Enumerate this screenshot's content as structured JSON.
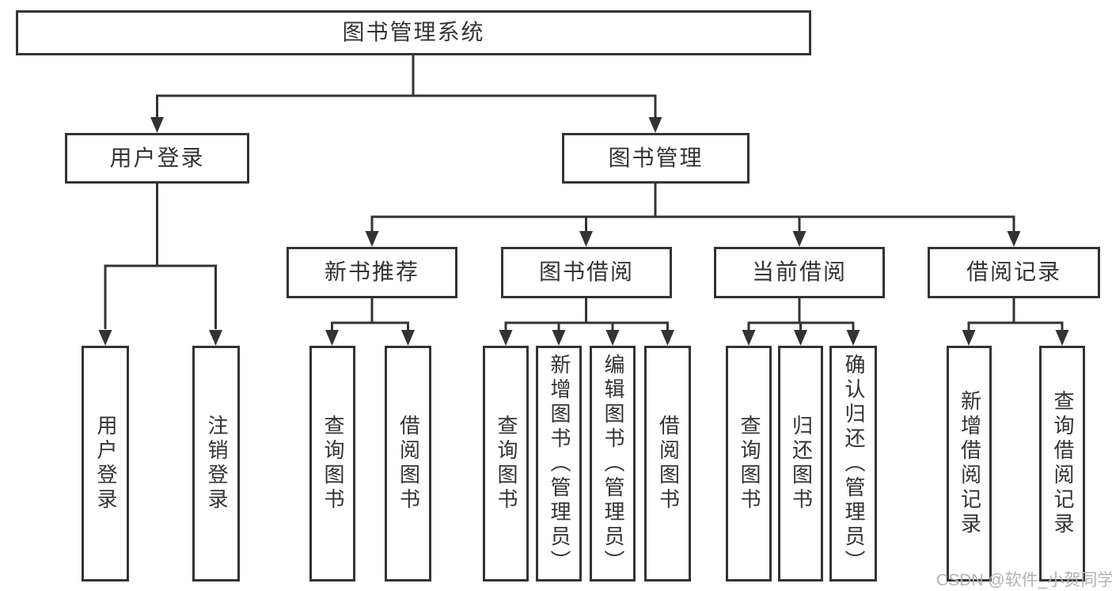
{
  "diagram": {
    "title": "图书管理系统",
    "branches": [
      {
        "label": "用户登录",
        "children": [
          {
            "label": "用户登录"
          },
          {
            "label": "注销登录"
          }
        ]
      },
      {
        "label": "图书管理",
        "children": [
          {
            "label": "新书推荐",
            "children": [
              {
                "label": "查询图书"
              },
              {
                "label": "借阅图书"
              }
            ]
          },
          {
            "label": "图书借阅",
            "children": [
              {
                "label": "查询图书"
              },
              {
                "label": "新增图书（管理员）"
              },
              {
                "label": "编辑图书（管理员）"
              },
              {
                "label": "借阅图书"
              }
            ]
          },
          {
            "label": "当前借阅",
            "children": [
              {
                "label": "查询图书"
              },
              {
                "label": "归还图书"
              },
              {
                "label": "确认归还（管理员）"
              }
            ]
          },
          {
            "label": "借阅记录",
            "children": [
              {
                "label": "新增借阅记录"
              },
              {
                "label": "查询借阅记录"
              }
            ]
          }
        ]
      }
    ]
  },
  "watermark": "CSDN @软件_小贺同学",
  "colors": {
    "line": "#333333",
    "text": "#333333",
    "box_background": "#ffffff",
    "watermark": "#b2b2b8"
  }
}
